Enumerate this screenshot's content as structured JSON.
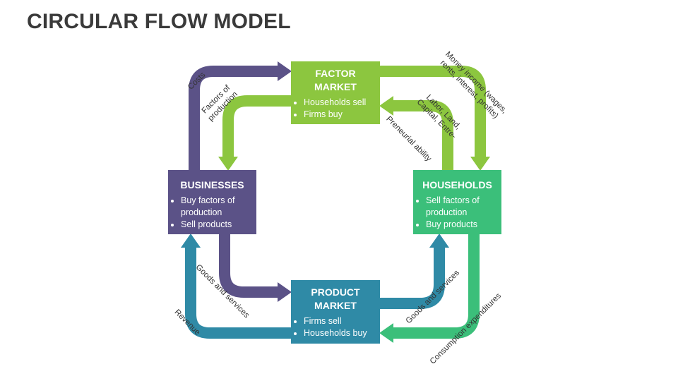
{
  "title": "CIRCULAR FLOW MODEL",
  "colors": {
    "factor_market": "#8cc63f",
    "businesses": "#5b5287",
    "households": "#3bbf7a",
    "product_market": "#2f8aa6",
    "text_dark": "#3a3a3a"
  },
  "factor_market": {
    "heading_line1": "FACTOR",
    "heading_line2": "MARKET",
    "items": [
      "Households sell",
      "Firms buy"
    ]
  },
  "businesses": {
    "heading": "BUSINESSES",
    "items": [
      "Buy factors of production",
      "Sell products"
    ]
  },
  "households": {
    "heading": "HOUSEHOLDS",
    "items": [
      "Sell factors of production",
      "Buy products"
    ]
  },
  "product_market": {
    "heading_line1": "PRODUCT",
    "heading_line2": "MARKET",
    "items": [
      "Firms sell",
      "Households buy"
    ]
  },
  "labels": {
    "costs": "Costs",
    "factors_line1": "Factors of",
    "factors_line2": "production",
    "money_line1": "Money income (wages,",
    "money_line2": "rents, interest, profits)",
    "labor_line1": "Labor, Land,",
    "labor_line2": "Capital, Entre-",
    "labor_line3": "Preneurial ability",
    "goods_left": "Goods and services",
    "revenue": "Revenue",
    "goods_right": "Goods and services",
    "consumption": "Consumption expenditures"
  }
}
